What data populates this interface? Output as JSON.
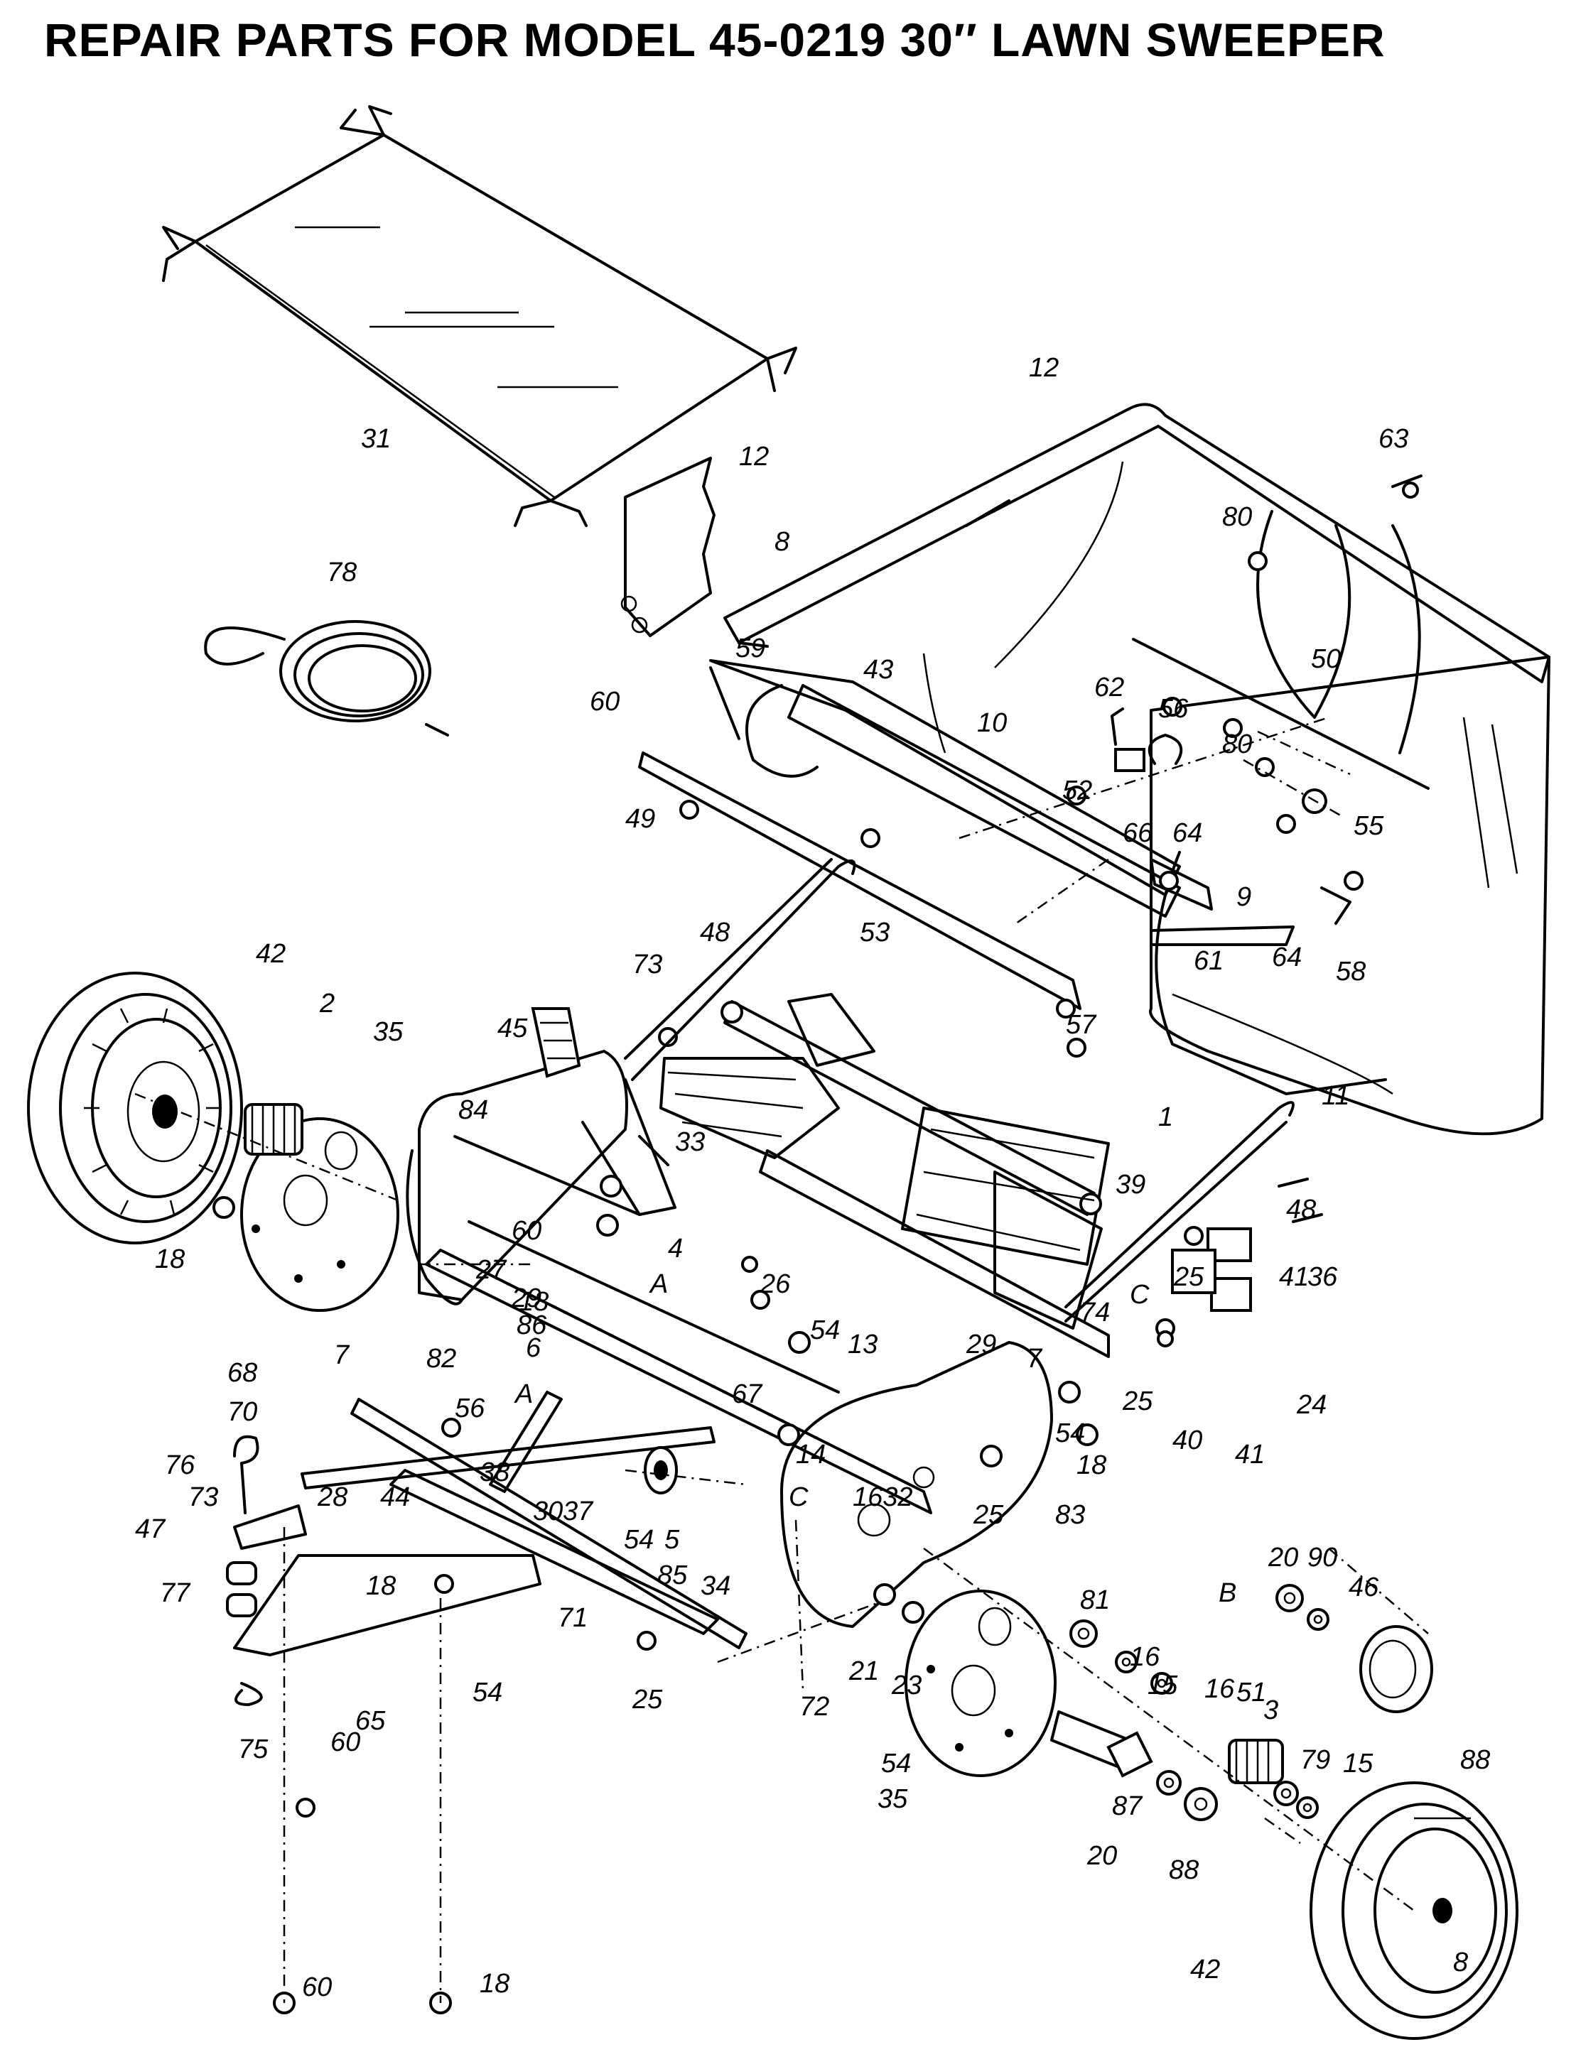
{
  "title": "REPAIR PARTS FOR MODEL 45-0219 30′′ LAWN SWEEPER",
  "callouts": [
    {
      "text": "31"
    },
    {
      "text": "12"
    },
    {
      "text": "12"
    },
    {
      "text": "63"
    },
    {
      "text": "78"
    },
    {
      "text": "80"
    },
    {
      "text": "8"
    },
    {
      "text": "59"
    },
    {
      "text": "60"
    },
    {
      "text": "43"
    },
    {
      "text": "50"
    },
    {
      "text": "62"
    },
    {
      "text": "56"
    },
    {
      "text": "10"
    },
    {
      "text": "80"
    },
    {
      "text": "52"
    },
    {
      "text": "66"
    },
    {
      "text": "64"
    },
    {
      "text": "55"
    },
    {
      "text": "49"
    },
    {
      "text": "9"
    },
    {
      "text": "64"
    },
    {
      "text": "58"
    },
    {
      "text": "53"
    },
    {
      "text": "73"
    },
    {
      "text": "48"
    },
    {
      "text": "42"
    },
    {
      "text": "2"
    },
    {
      "text": "45"
    },
    {
      "text": "61"
    },
    {
      "text": "57"
    },
    {
      "text": "35"
    },
    {
      "text": "11"
    },
    {
      "text": "84"
    },
    {
      "text": "1"
    },
    {
      "text": "33"
    },
    {
      "text": "39"
    },
    {
      "text": "48"
    },
    {
      "text": "60"
    },
    {
      "text": "4"
    },
    {
      "text": "18"
    },
    {
      "text": "27"
    },
    {
      "text": "29"
    },
    {
      "text": "C"
    },
    {
      "text": "25"
    },
    {
      "text": "41"
    },
    {
      "text": "36"
    },
    {
      "text": "26"
    },
    {
      "text": "18"
    },
    {
      "text": "A"
    },
    {
      "text": "74"
    },
    {
      "text": "86"
    },
    {
      "text": "54"
    },
    {
      "text": "13"
    },
    {
      "text": "29"
    },
    {
      "text": "7"
    },
    {
      "text": "6"
    },
    {
      "text": "68"
    },
    {
      "text": "7"
    },
    {
      "text": "82"
    },
    {
      "text": "A"
    },
    {
      "text": "25"
    },
    {
      "text": "24"
    },
    {
      "text": "56"
    },
    {
      "text": "67"
    },
    {
      "text": "70"
    },
    {
      "text": "14"
    },
    {
      "text": "54"
    },
    {
      "text": "40"
    },
    {
      "text": "41"
    },
    {
      "text": "18"
    },
    {
      "text": "76"
    },
    {
      "text": "38"
    },
    {
      "text": "C"
    },
    {
      "text": "1632"
    },
    {
      "text": "25"
    },
    {
      "text": "83"
    },
    {
      "text": "73"
    },
    {
      "text": "28"
    },
    {
      "text": "44"
    },
    {
      "text": "30"
    },
    {
      "text": "37"
    },
    {
      "text": "54"
    },
    {
      "text": "5"
    },
    {
      "text": "47"
    },
    {
      "text": "34"
    },
    {
      "text": "85"
    },
    {
      "text": "20"
    },
    {
      "text": "90"
    },
    {
      "text": "77"
    },
    {
      "text": "18"
    },
    {
      "text": "71"
    },
    {
      "text": "B"
    },
    {
      "text": "46"
    },
    {
      "text": "81"
    },
    {
      "text": "21"
    },
    {
      "text": "16"
    },
    {
      "text": "15"
    },
    {
      "text": "16"
    },
    {
      "text": "51"
    },
    {
      "text": "54"
    },
    {
      "text": "25"
    },
    {
      "text": "65"
    },
    {
      "text": "72"
    },
    {
      "text": "23"
    },
    {
      "text": "3"
    },
    {
      "text": "75"
    },
    {
      "text": "60"
    },
    {
      "text": "54"
    },
    {
      "text": "79"
    },
    {
      "text": "15"
    },
    {
      "text": "88"
    },
    {
      "text": "35"
    },
    {
      "text": "87"
    },
    {
      "text": "20"
    },
    {
      "text": "88"
    },
    {
      "text": "60"
    },
    {
      "text": "18"
    },
    {
      "text": "42"
    },
    {
      "text": "8"
    }
  ]
}
